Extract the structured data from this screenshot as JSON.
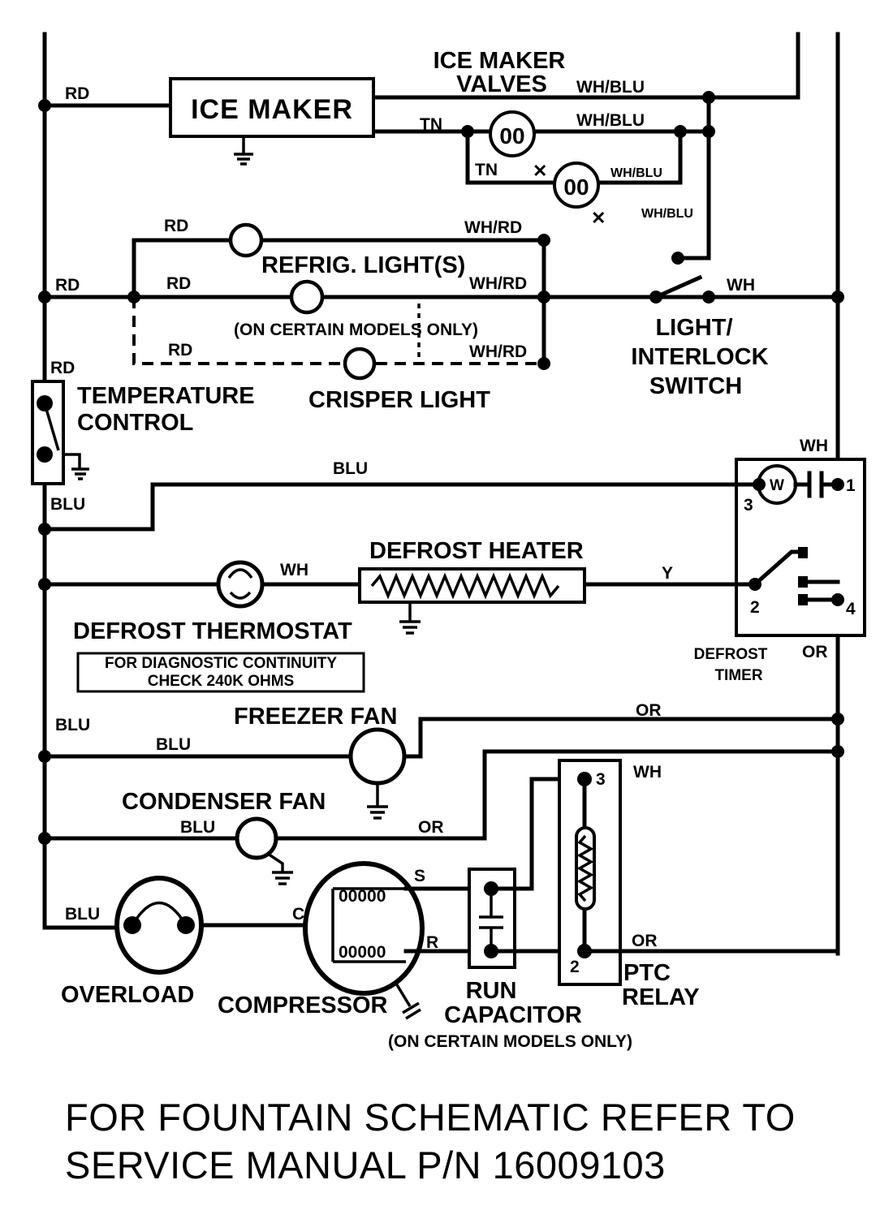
{
  "wires": {
    "rd_top": "RD",
    "tn_1": "TN",
    "tn_2": "TN",
    "whblu_1": "WH/BLU",
    "whblu_2": "WH/BLU",
    "whblu_3": "WH/BLU",
    "whblu_4": "WH/BLU",
    "rd_light1": "RD",
    "rd_main": "RD",
    "rd_light2": "RD",
    "rd_light3": "RD",
    "rd_temp": "RD",
    "whrd_1": "WH/RD",
    "whrd_2": "WH/RD",
    "whrd_3": "WH/RD",
    "wh_switch": "WH",
    "wh_timer": "WH",
    "blu_timer": "BLU",
    "blu_temp": "BLU",
    "wh_thermo": "WH",
    "y_heater": "Y",
    "or_timer": "OR",
    "blu_left": "BLU",
    "blu_fan": "BLU",
    "or_fan": "OR",
    "wh_relay": "WH",
    "blu_cond": "BLU",
    "or_cond": "OR",
    "blu_overload": "BLU",
    "c_term": "C",
    "s_term": "S",
    "r_term": "R",
    "or_relay": "OR"
  },
  "components": {
    "ice_maker": "ICE MAKER",
    "ice_maker_valves_1": "ICE MAKER",
    "ice_maker_valves_2": "VALVES",
    "refrig_lights": "REFRIG. LIGHT(S)",
    "certain_models_1": "(ON CERTAIN MODELS ONLY)",
    "crisper_light": "CRISPER LIGHT",
    "switch_1": "LIGHT/",
    "switch_2": "INTERLOCK",
    "switch_3": "SWITCH",
    "temp_control_1": "TEMPERATURE",
    "temp_control_2": "CONTROL",
    "defrost_heater": "DEFROST HEATER",
    "defrost_thermostat": "DEFROST THERMOSTAT",
    "diag_1": "FOR DIAGNOSTIC CONTINUITY",
    "diag_2": "CHECK 240K OHMS",
    "defrost_timer_1": "DEFROST",
    "defrost_timer_2": "TIMER",
    "timer_motor": "W",
    "freezer_fan": "FREEZER FAN",
    "condenser_fan": "CONDENSER FAN",
    "overload": "OVERLOAD",
    "compressor": "COMPRESSOR",
    "winding_1": "00000",
    "winding_2": "00000",
    "run_cap_1": "RUN",
    "run_cap_2": "CAPACITOR",
    "certain_models_2": "(ON CERTAIN MODELS ONLY)",
    "ptc_1": "PTC",
    "ptc_2": "RELAY",
    "relay_pin_3": "3",
    "relay_pin_2": "2"
  },
  "timer_pins": {
    "p1": "1",
    "p2": "2",
    "p3": "3",
    "p4": "4"
  },
  "footer": {
    "line1": "FOR FOUNTAIN SCHEMATIC REFER TO",
    "line2": "SERVICE MANUAL P/N 16009103"
  }
}
